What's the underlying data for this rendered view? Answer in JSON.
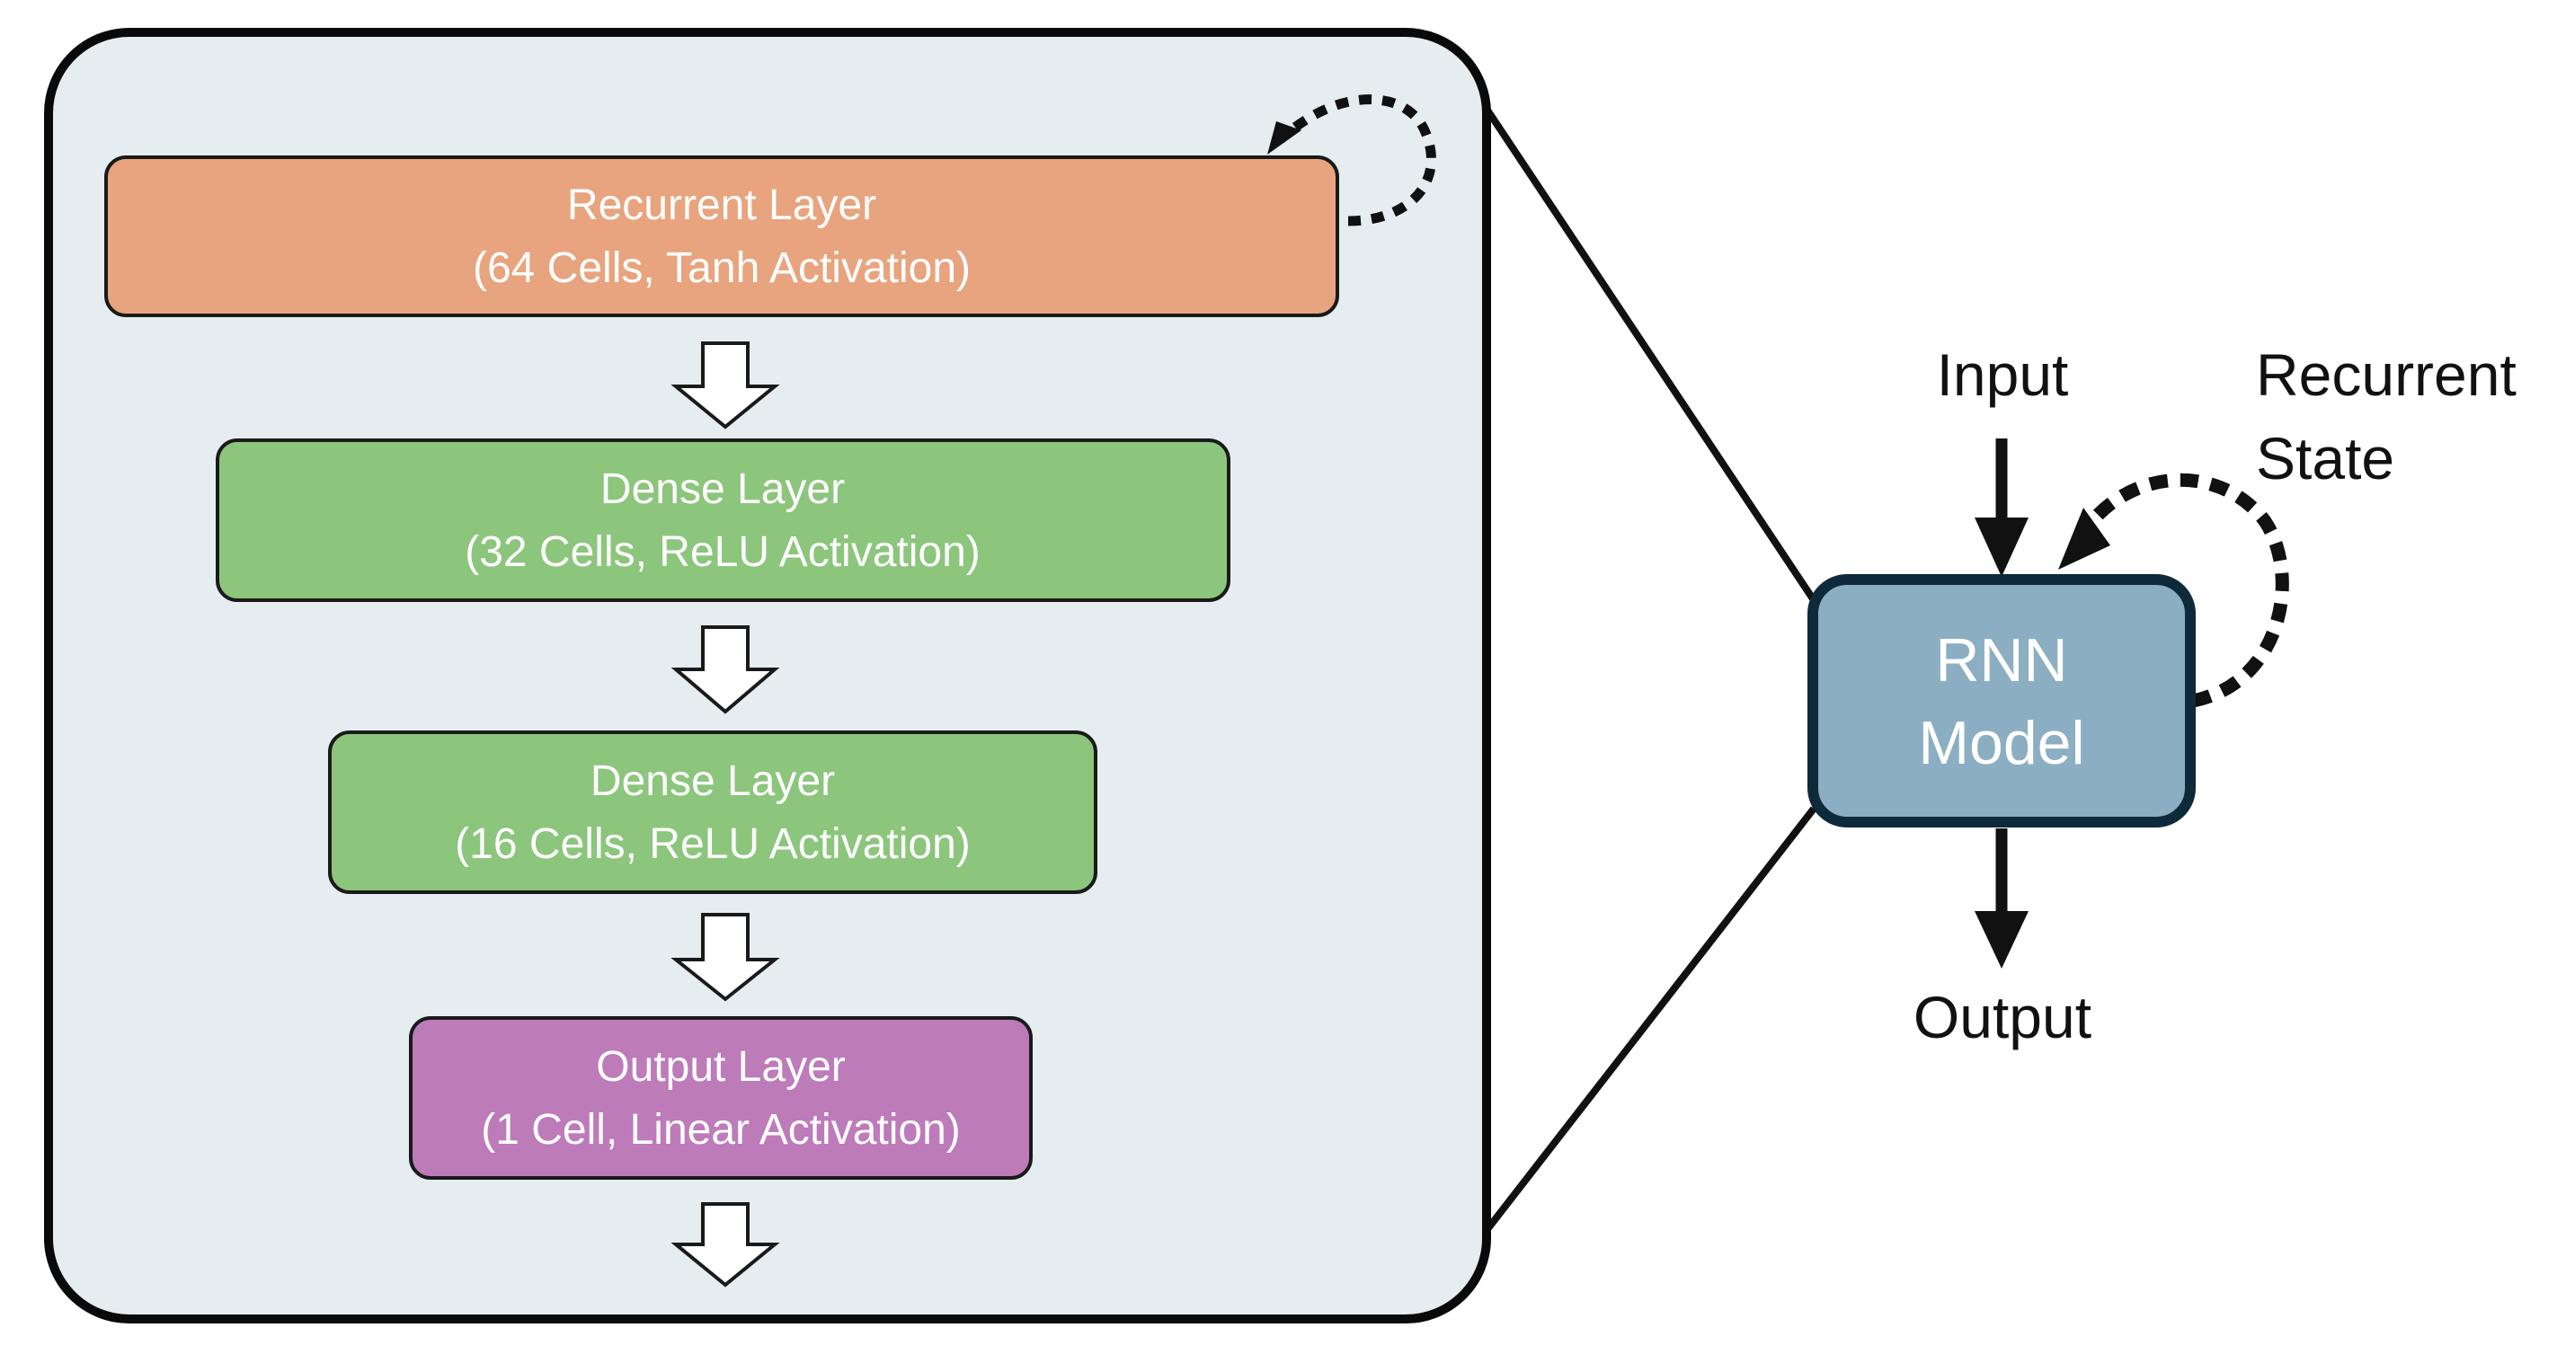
{
  "panel": {
    "layers": [
      {
        "name": "Recurrent Layer",
        "detail": "(64 Cells, Tanh Activation)",
        "color": "#E8A47E"
      },
      {
        "name": "Dense Layer",
        "detail": "(32 Cells, ReLU Activation)",
        "color": "#8CC57C"
      },
      {
        "name": "Dense Layer",
        "detail": "(16 Cells, ReLU Activation)",
        "color": "#8CC57C"
      },
      {
        "name": "Output Layer",
        "detail": "(1 Cell, Linear Activation)",
        "color": "#BD7BBA"
      }
    ],
    "background": "#E6EDF1"
  },
  "model": {
    "line1": "RNN",
    "line2": "Model",
    "color": "#8BAEC2",
    "input_label": "Input",
    "output_label": "Output",
    "state_label_line1": "Recurrent",
    "state_label_line2": "State"
  }
}
